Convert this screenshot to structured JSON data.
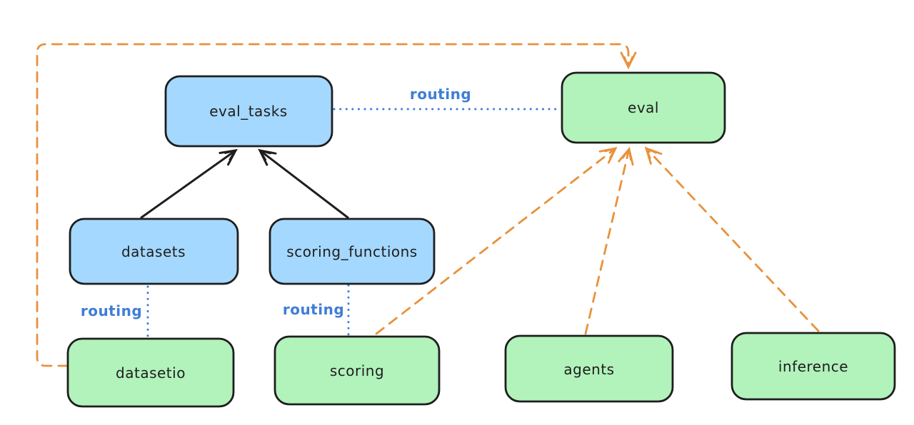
{
  "diagram": {
    "background": "#ffffff",
    "colors": {
      "node_border": "#1e1e1e",
      "blue_node_fill": "#a5d8ff",
      "green_node_fill": "#b2f2bb",
      "routing_blue": "#3f7dd8",
      "dashed_arrow_orange": "#e8913c",
      "solid_arrow_black": "#1e1e1e",
      "node_text": "#1e1e1e"
    },
    "nodes": {
      "eval_tasks": {
        "label": "eval_tasks",
        "color": "blue"
      },
      "eval": {
        "label": "eval",
        "color": "green"
      },
      "datasets": {
        "label": "datasets",
        "color": "blue"
      },
      "scoring_functions": {
        "label": "scoring_functions",
        "color": "blue"
      },
      "datasetio": {
        "label": "datasetio",
        "color": "green"
      },
      "scoring": {
        "label": "scoring",
        "color": "green"
      },
      "agents": {
        "label": "agents",
        "color": "green"
      },
      "inference": {
        "label": "inference",
        "color": "green"
      }
    },
    "edge_labels": {
      "eval_tasks_to_eval": "routing",
      "datasets_to_datasetio": "routing",
      "scoring_functions_to_scoring": "routing"
    },
    "edges": [
      {
        "from": "datasets",
        "to": "eval_tasks",
        "style": "solid-black-arrow"
      },
      {
        "from": "scoring_functions",
        "to": "eval_tasks",
        "style": "solid-black-arrow"
      },
      {
        "from": "eval_tasks",
        "to": "eval",
        "style": "dotted-blue",
        "label": "routing"
      },
      {
        "from": "datasets",
        "to": "datasetio",
        "style": "dotted-blue",
        "label": "routing"
      },
      {
        "from": "scoring_functions",
        "to": "scoring",
        "style": "dotted-blue",
        "label": "routing"
      },
      {
        "from": "datasetio",
        "to": "eval",
        "style": "dashed-orange-arrow",
        "route": "left-up-across-top"
      },
      {
        "from": "scoring",
        "to": "eval",
        "style": "dashed-orange-arrow"
      },
      {
        "from": "agents",
        "to": "eval",
        "style": "dashed-orange-arrow"
      },
      {
        "from": "inference",
        "to": "eval",
        "style": "dashed-orange-arrow"
      }
    ]
  }
}
